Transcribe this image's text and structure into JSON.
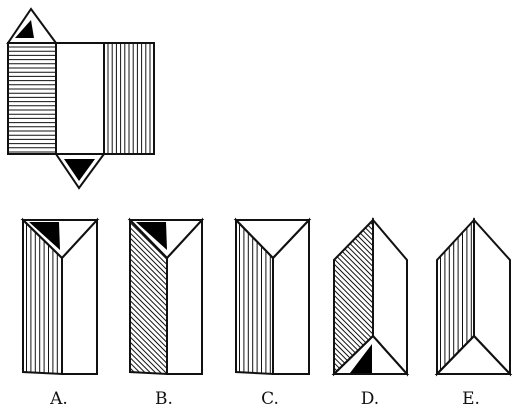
{
  "options": [
    {
      "letter": "A.",
      "left_face": "vertical-stripes",
      "top_triangle": true,
      "bottom_triangle": false
    },
    {
      "letter": "B.",
      "left_face": "diagonal-stripes",
      "top_triangle": true,
      "bottom_triangle": false
    },
    {
      "letter": "C.",
      "left_face": "vertical-stripes",
      "top_triangle": false,
      "bottom_triangle": false
    },
    {
      "letter": "D.",
      "left_face": "diagonal-stripes",
      "top_triangle": false,
      "bottom_triangle": true
    },
    {
      "letter": "E.",
      "left_face": "vertical-stripes",
      "top_triangle": false,
      "bottom_triangle": false
    }
  ]
}
